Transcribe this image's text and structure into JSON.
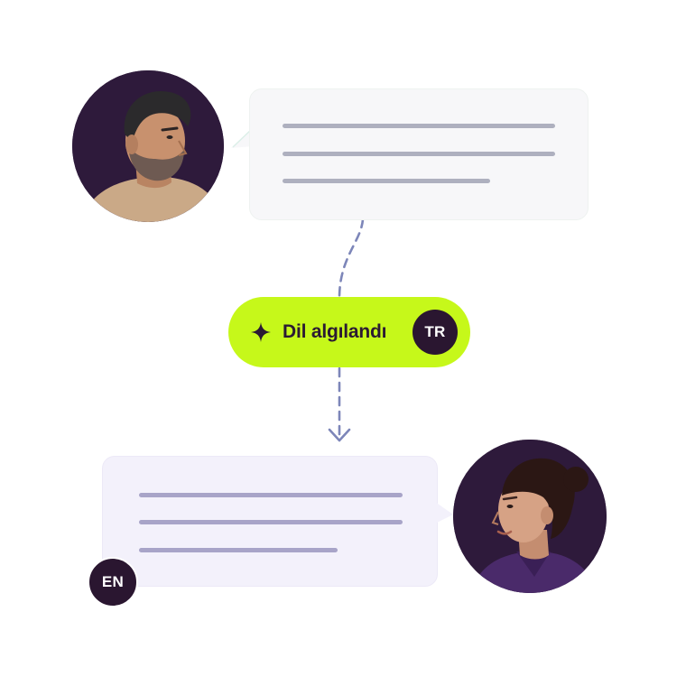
{
  "detection": {
    "label": "Dil algılandı",
    "source_language": "TR",
    "icon": "sparkle-icon"
  },
  "target": {
    "language": "EN"
  },
  "colors": {
    "pill": "#c6f81a",
    "badge": "#2a1630",
    "avatar_bg": "#2e1a3b",
    "connector": "#7d86b9",
    "bubble_top": "#f7f7f9",
    "bubble_bottom": "#f3f1fb"
  }
}
